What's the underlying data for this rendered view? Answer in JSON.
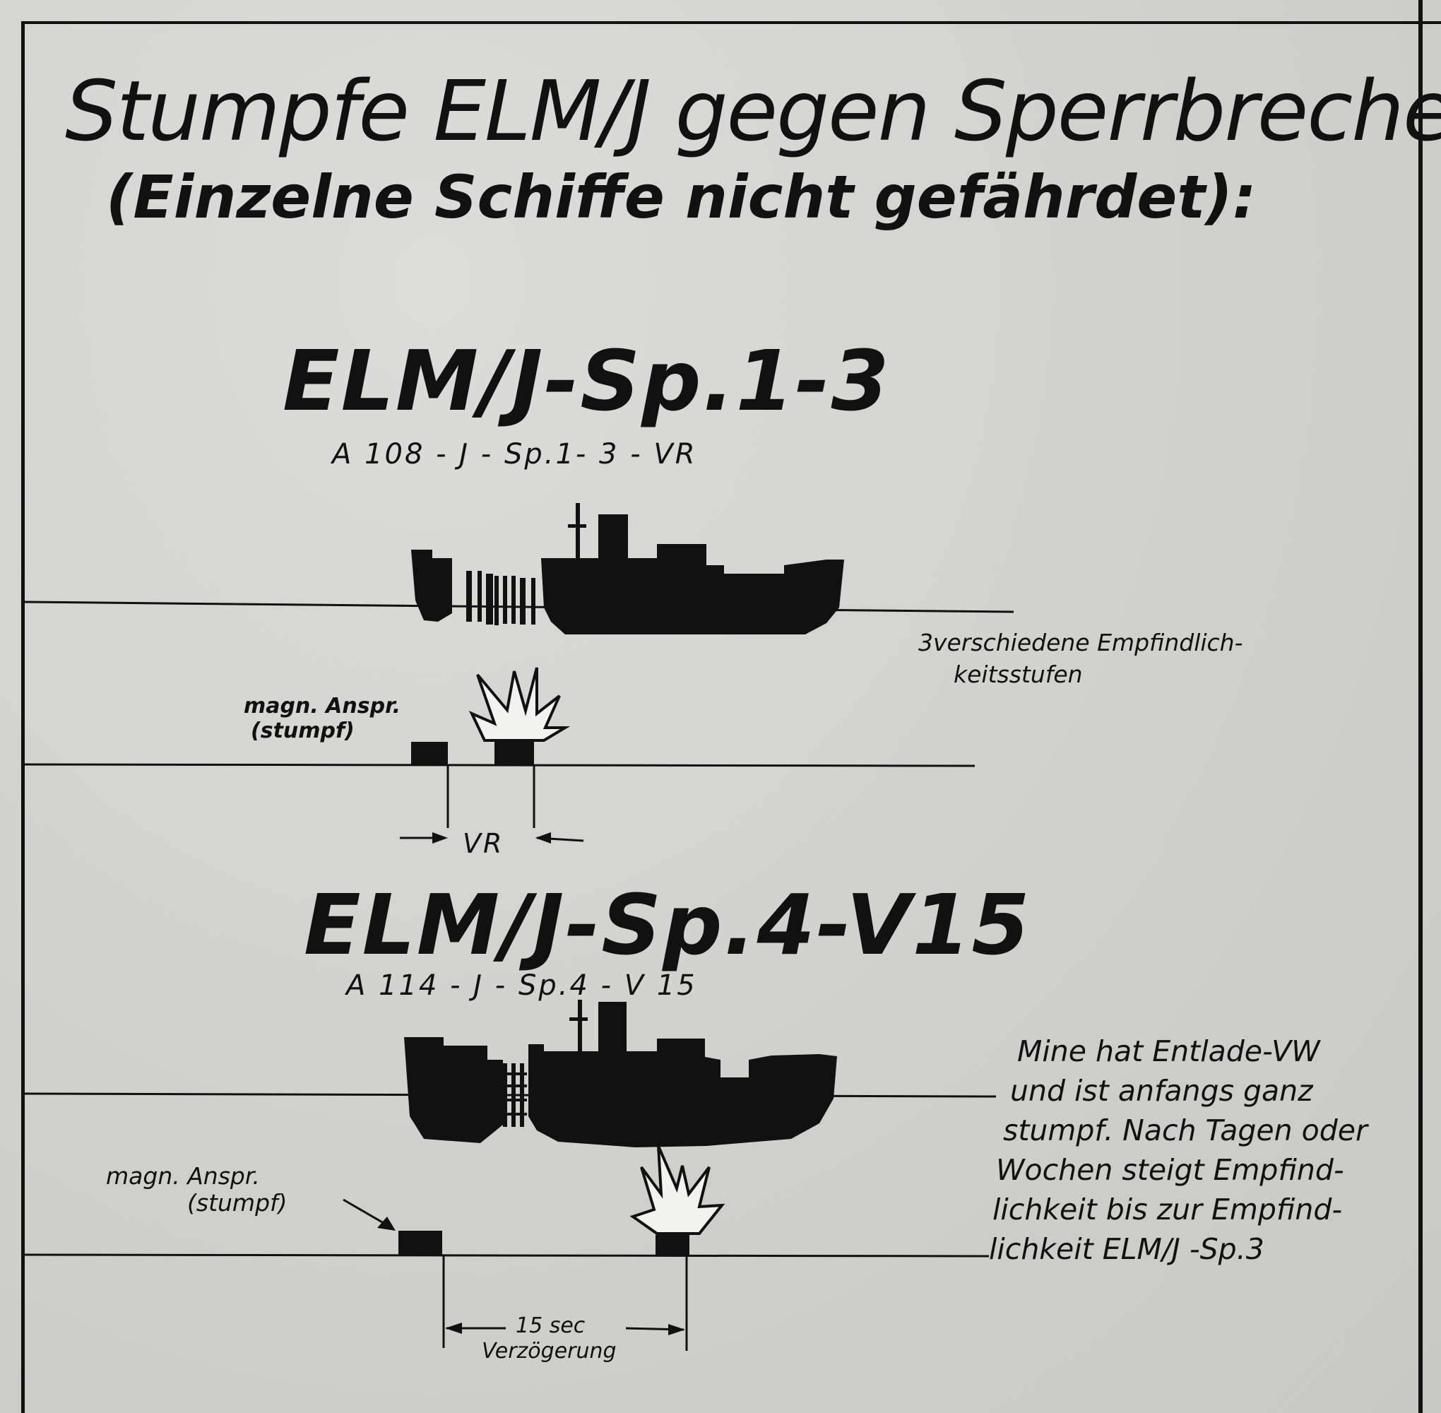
{
  "title": "Stumpfe ELM/J gegen Sperrbrecher",
  "subtitle": "(Einzelne Schiffe nicht gefährdet):",
  "section1": {
    "heading": "ELM/J-Sp.1-3",
    "code": "A 108  - J - Sp.1- 3 - VR",
    "note_line1": "3verschiedene Empfindlich-",
    "note_line2": "keitsstufen",
    "response_label_line1": "magn. Anspr.",
    "response_label_line2": "(stumpf)",
    "interval_label": "VR"
  },
  "section2": {
    "heading": "ELM/J-Sp.4-V15",
    "code": "A 114  - J -  Sp.4  - V  15",
    "note_lines": [
      "Mine hat Entlade-VW",
      "und ist anfangs ganz",
      "stumpf. Nach Tagen oder",
      "Wochen steigt Empfind-",
      "lichkeit bis zur Empfind-",
      "lichkeit ELM/J -Sp.3"
    ],
    "response_label_line1": "magn. Anspr.",
    "response_label_line2": "(stumpf)",
    "delay_label_line1": "15 sec",
    "delay_label_line2": "Verzögerung"
  }
}
